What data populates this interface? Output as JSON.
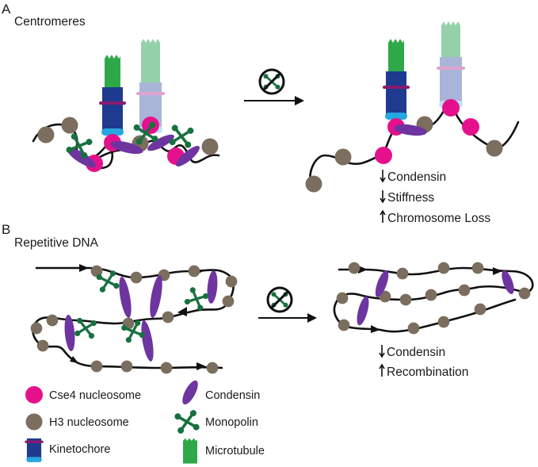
{
  "panel_a": {
    "letter": "A",
    "title": "Centromeres",
    "effects": [
      {
        "direction": "down",
        "text": "Condensin"
      },
      {
        "direction": "down",
        "text": "Stiffness"
      },
      {
        "direction": "up",
        "text": "Chromosome Loss"
      }
    ]
  },
  "panel_b": {
    "letter": "B",
    "title": "Repetitive DNA",
    "effects": [
      {
        "direction": "down",
        "text": "Condensin"
      },
      {
        "direction": "up",
        "text": "Recombination"
      }
    ]
  },
  "legend": [
    {
      "icon": "cse4-nucleosome-icon",
      "label": "Cse4 nucleosome"
    },
    {
      "icon": "h3-nucleosome-icon",
      "label": "H3 nucleosome"
    },
    {
      "icon": "kinetochore-icon",
      "label": "Kinetochore"
    },
    {
      "icon": "condensin-icon",
      "label": "Condensin"
    },
    {
      "icon": "monopolin-icon",
      "label": "Monopolin"
    },
    {
      "icon": "microtubule-icon",
      "label": "Microtubule"
    }
  ],
  "colors": {
    "cse4": "#e5118c",
    "h3": "#7b6e5e",
    "condensin": "#6e35a0",
    "monopolin": "#17713f",
    "microtubule": "#2fa84a",
    "microtubule_faded": "#94d1aa",
    "kinetochore": "#1f3b8f",
    "kinetochore_faded": "#a9b5d8",
    "kinetochore_base": "#27a7e0",
    "kinetochore_band": "#8a1a6e"
  }
}
